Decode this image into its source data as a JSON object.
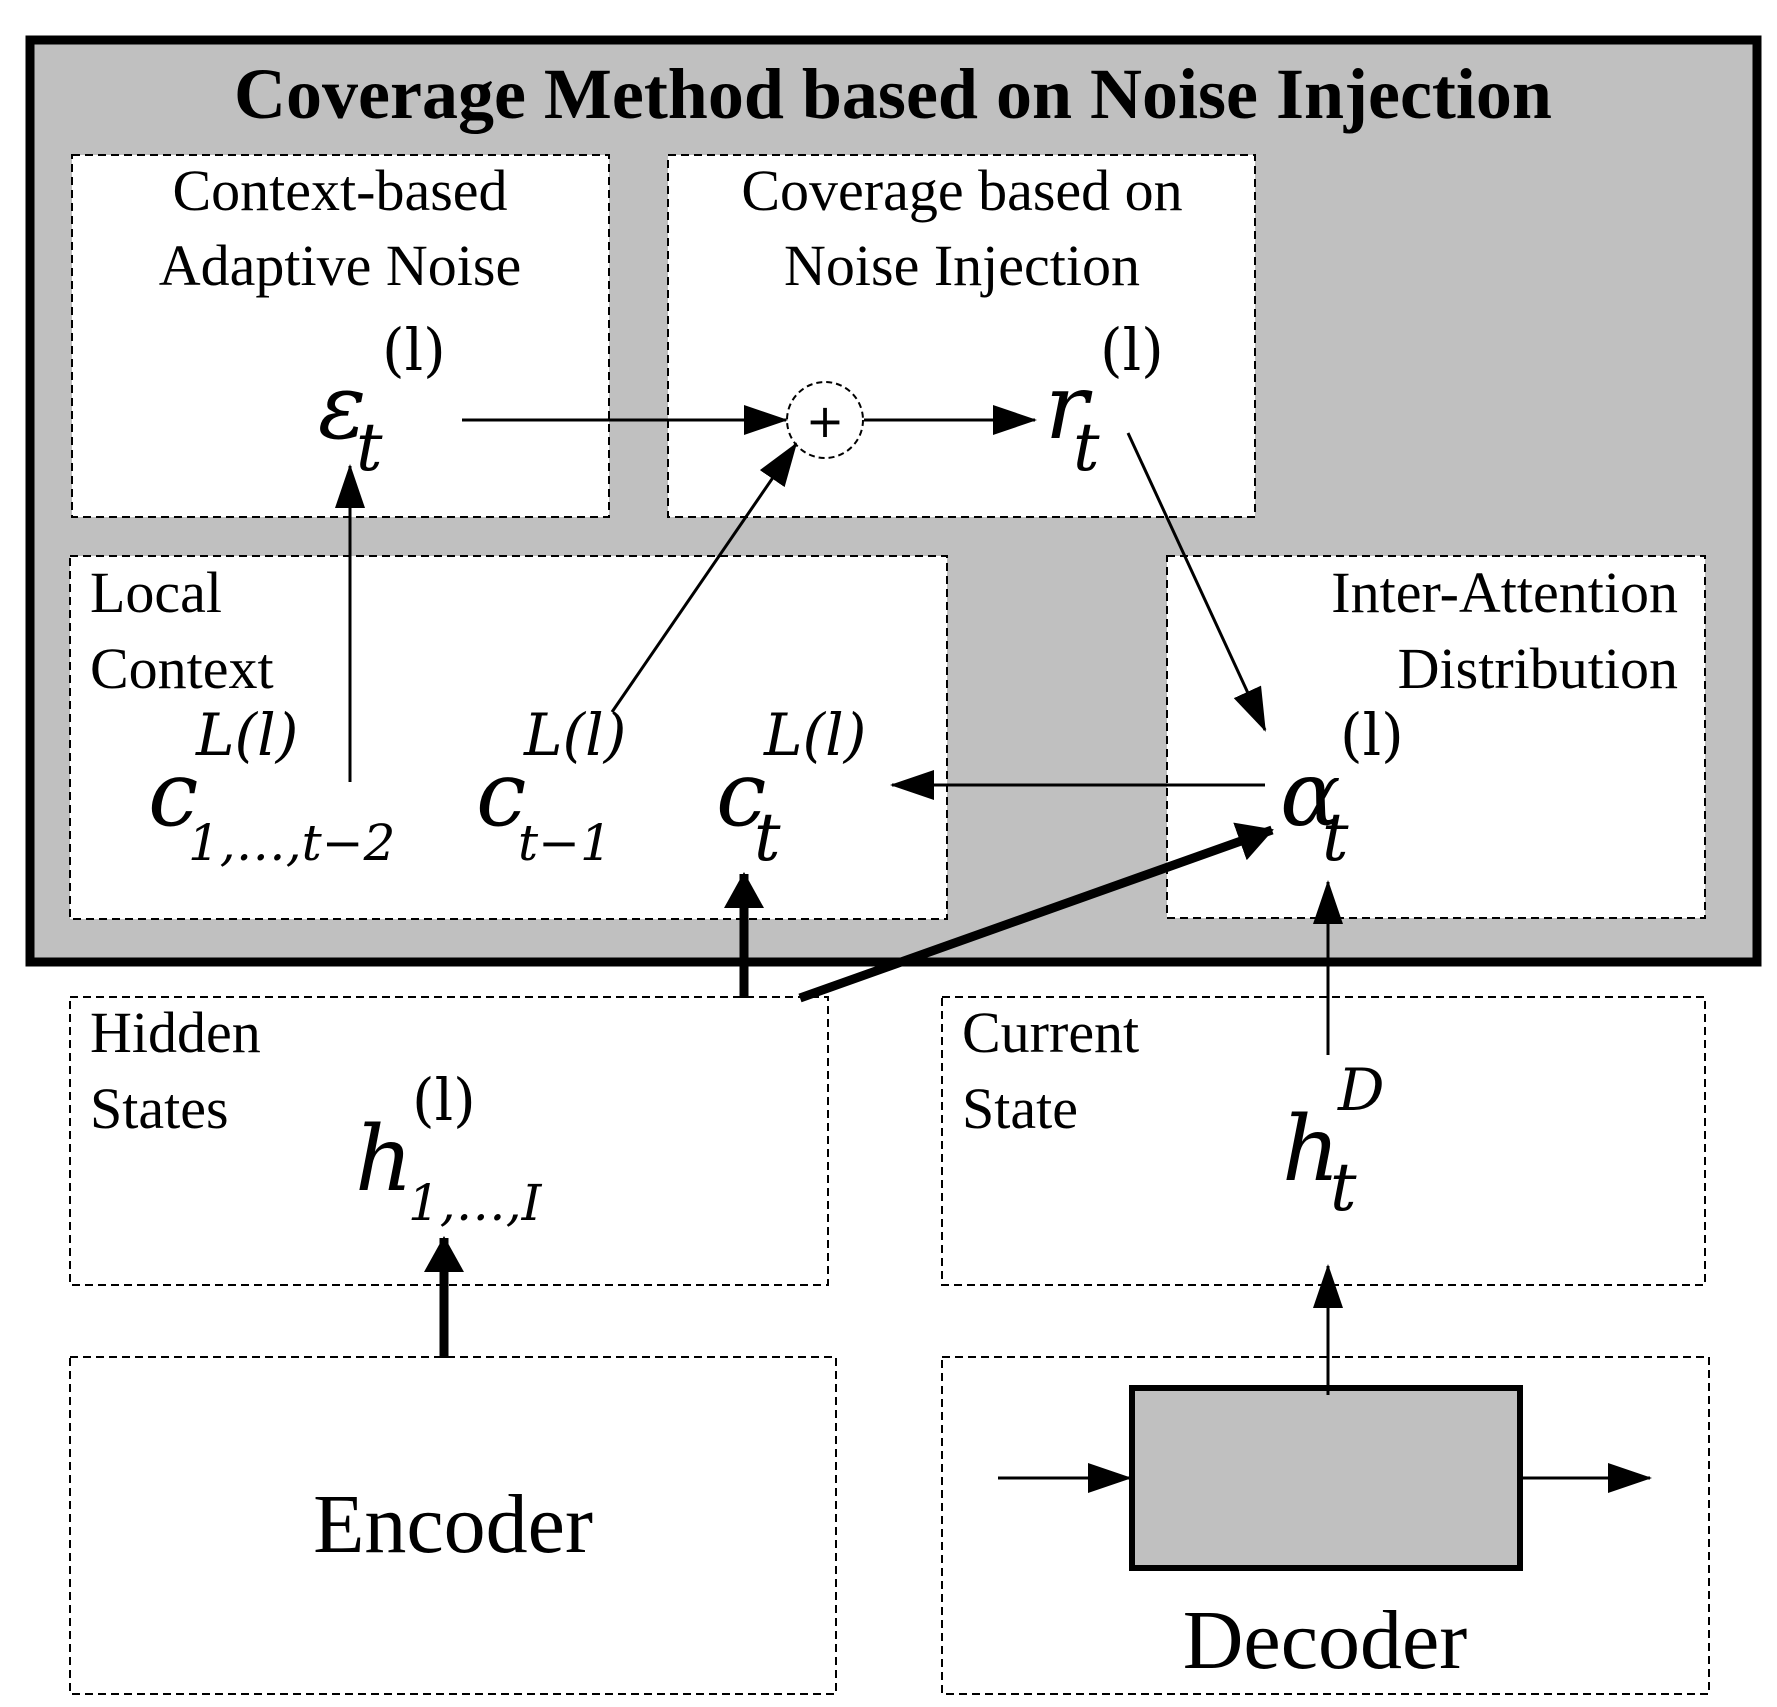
{
  "title": "Coverage Method based on Noise Injection",
  "boxes": {
    "adaptive_noise": [
      "Context-based",
      "Adaptive Noise"
    ],
    "coverage_noise": [
      "Coverage based on",
      "Noise Injection"
    ],
    "local_context": [
      "Local",
      "Context"
    ],
    "inter_attention": [
      "Inter-Attention",
      "Distribution"
    ],
    "hidden_states": [
      "Hidden",
      "States"
    ],
    "current_state": [
      "Current",
      "State"
    ],
    "encoder": "Encoder",
    "decoder": "Decoder"
  },
  "symbols": {
    "plus": "+",
    "epsilon": {
      "base": "ε",
      "sub": "t",
      "sup": "(l)"
    },
    "r": {
      "base": "r",
      "sub": "t",
      "sup": "(l)"
    },
    "c_hist": {
      "base": "c",
      "sub": "1,…,t−2",
      "sup": "L(l)"
    },
    "c_prev": {
      "base": "c",
      "sub": "t−1",
      "sup": "L(l)"
    },
    "c_t": {
      "base": "c",
      "sub": "t",
      "sup": "L(l)"
    },
    "alpha": {
      "base": "α",
      "sub": "t",
      "sup": "(l)"
    },
    "h_enc": {
      "base": "h",
      "sub": "1,…,I",
      "sup": "(l)"
    },
    "h_dec": {
      "base": "h",
      "sub": "t",
      "sup": "D"
    }
  },
  "colors": {
    "panel_fill": "#c0c0c0",
    "box_fill": "#ffffff",
    "stroke": "#000000",
    "cell_fill": "#c0c0c0"
  }
}
